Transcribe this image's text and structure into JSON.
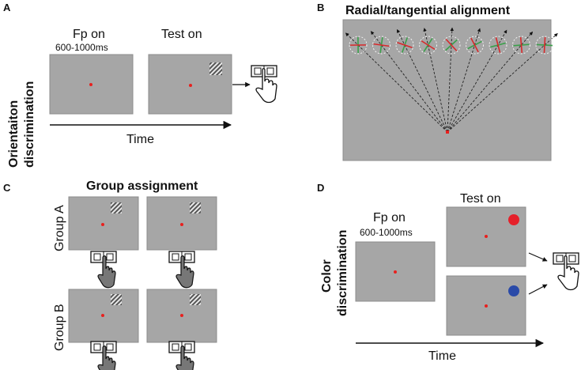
{
  "panel_a": {
    "letter": "A",
    "side_label_line1": "Orientaiton",
    "side_label_line2": "discrimination",
    "stage1_label": "Fp on",
    "stage1_duration": "600-1000ms",
    "stage2_label": "Test on",
    "time_label": "Time"
  },
  "panel_b": {
    "letter": "B",
    "title": "Radial/tangential alignment"
  },
  "panel_c": {
    "letter": "C",
    "title": "Group assignment",
    "group_a": "Group A",
    "group_b": "Group B"
  },
  "panel_d": {
    "letter": "D",
    "side_label_line1": "Color",
    "side_label_line2": "discrimination",
    "stage1_label": "Fp on",
    "stage1_duration": "600-1000ms",
    "stage2_label": "Test on",
    "time_label": "Time"
  },
  "colors": {
    "screen": "#a6a6a6",
    "screen_border": "#8c8c8c",
    "fixation": "#e8201e",
    "red_stim": "#e5202a",
    "blue_stim": "#2a4aa8",
    "grating_dark": "#555555",
    "grating_light": "#e8e8e8"
  }
}
